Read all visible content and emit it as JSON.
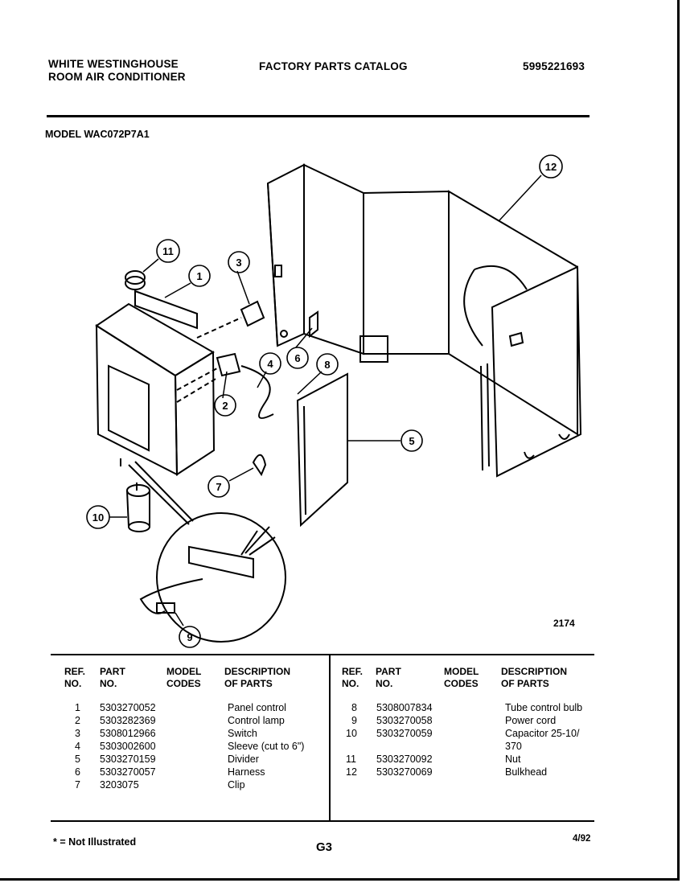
{
  "header": {
    "brand_line1": "WHITE WESTINGHOUSE",
    "brand_line2": "ROOM AIR CONDITIONER",
    "catalog_title": "FACTORY PARTS CATALOG",
    "catalog_number": "5995221693"
  },
  "model_line": "MODEL WAC072P7A1",
  "illustration_code": "2174",
  "callouts": [
    "1",
    "2",
    "3",
    "4",
    "5",
    "6",
    "7",
    "8",
    "9",
    "10",
    "11",
    "12"
  ],
  "table": {
    "headers": {
      "ref_1": "REF.",
      "ref_2": "NO.",
      "part_1": "PART",
      "part_2": "NO.",
      "model_1": "MODEL",
      "model_2": "CODES",
      "desc_1": "DESCRIPTION",
      "desc_2": "OF PARTS"
    },
    "left": [
      {
        "ref": "1",
        "part": "5303270052",
        "desc": "Panel control"
      },
      {
        "ref": "2",
        "part": "5303282369",
        "desc": "Control lamp"
      },
      {
        "ref": "3",
        "part": "5308012966",
        "desc": "Switch"
      },
      {
        "ref": "4",
        "part": "5303002600",
        "desc": "Sleeve (cut to 6\")"
      },
      {
        "ref": "5",
        "part": "5303270159",
        "desc": "Divider"
      },
      {
        "ref": "6",
        "part": "5303270057",
        "desc": "Harness"
      },
      {
        "ref": "7",
        "part": "3203075",
        "desc": "Clip"
      }
    ],
    "right": [
      {
        "ref": "8",
        "part": "5308007834",
        "desc": "Tube control bulb",
        "desc2": ""
      },
      {
        "ref": "9",
        "part": "5303270058",
        "desc": "Power cord",
        "desc2": ""
      },
      {
        "ref": "10",
        "part": "5303270059",
        "desc": "Capacitor 25-10/",
        "desc2": "370"
      },
      {
        "ref": "11",
        "part": "5303270092",
        "desc": "Nut",
        "desc2": ""
      },
      {
        "ref": "12",
        "part": "5303270069",
        "desc": "Bulkhead",
        "desc2": ""
      }
    ]
  },
  "footer": {
    "note": "* = Not Illustrated",
    "page": "G3",
    "date": "4/92"
  }
}
